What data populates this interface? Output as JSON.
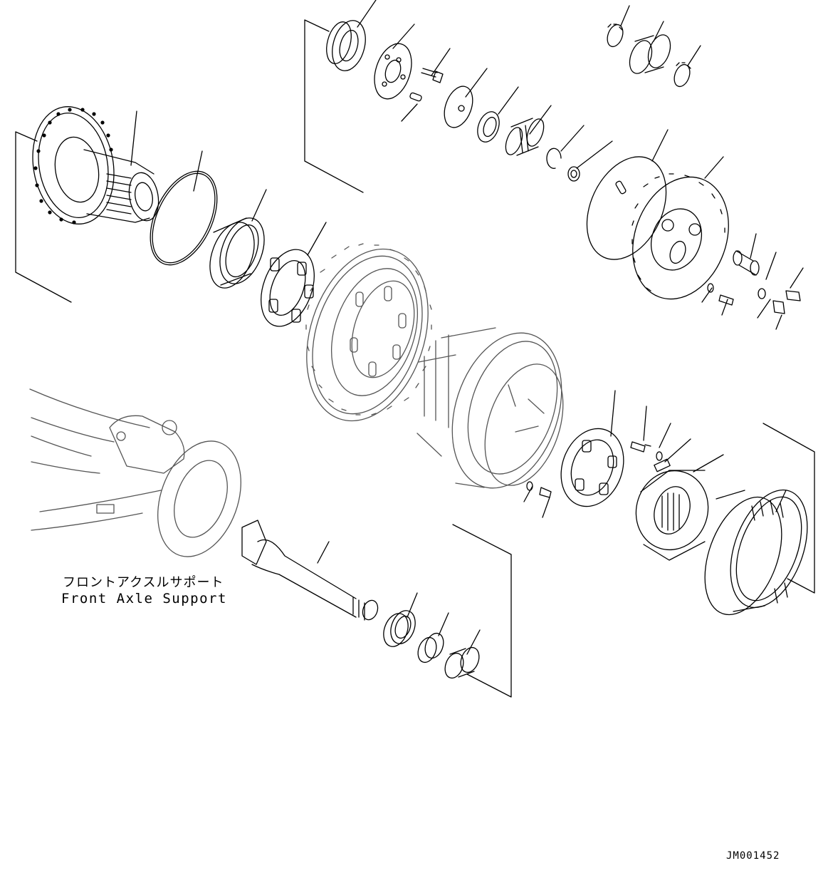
{
  "diagram": {
    "labels": {
      "support_jp": "フロントアクスルサポート",
      "support_en": "Front Axle Support"
    },
    "drawing_number": "JM001452"
  }
}
